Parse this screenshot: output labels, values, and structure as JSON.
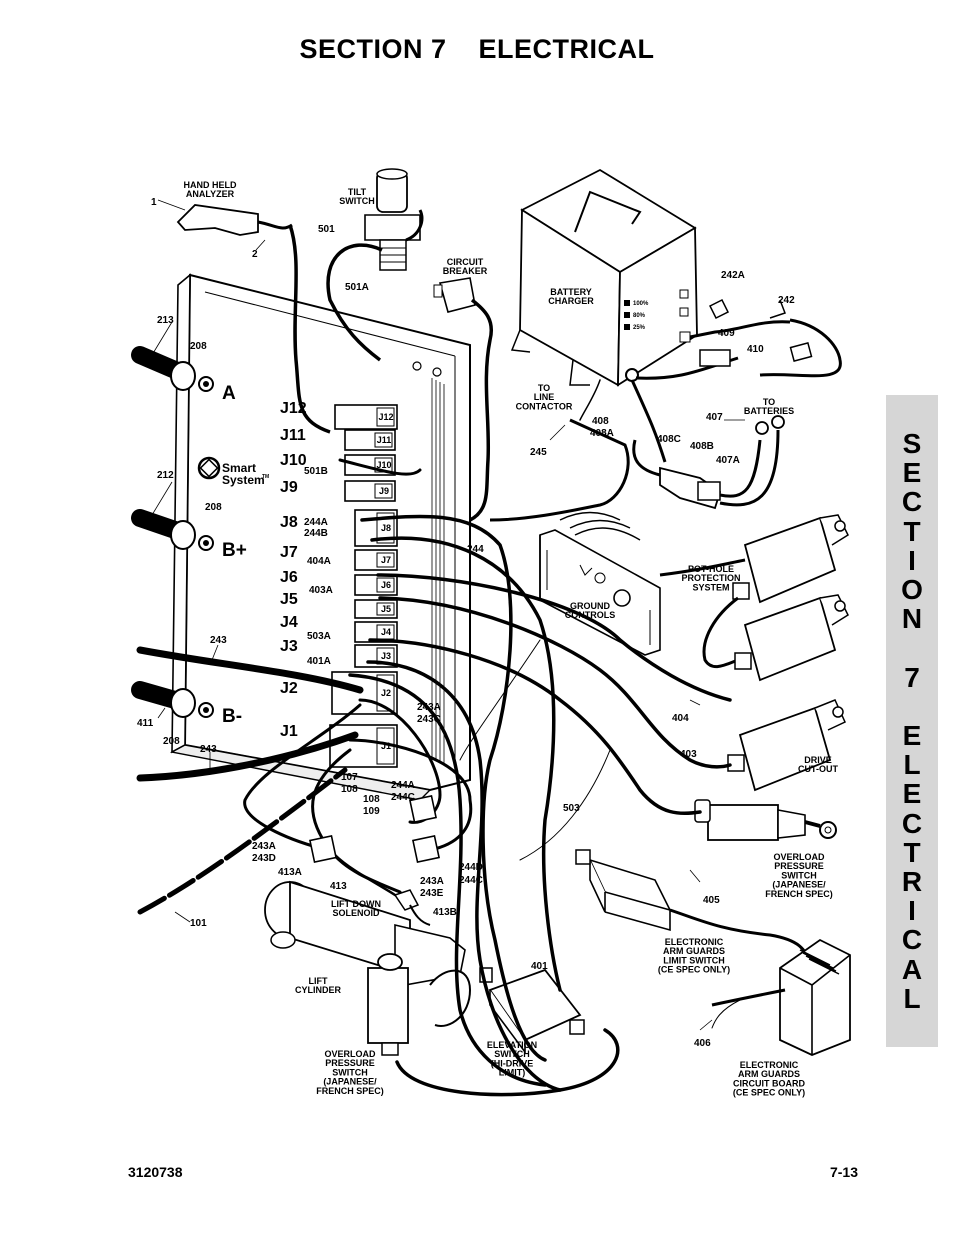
{
  "header": {
    "title": "SECTION 7    ELECTRICAL"
  },
  "side_tab": {
    "text": "S\nE\nC\nT\nI\nO\nN\n\n7\n\nE\nL\nE\nC\nT\nR\nI\nC\nA\nL"
  },
  "footer": {
    "doc_number": "3120738",
    "page_number": "7-13"
  },
  "diagram": {
    "components": {
      "hand_held_analyzer": [
        "HAND HELD",
        "ANALYZER"
      ],
      "tilt_switch": [
        "TILT",
        "SWITCH"
      ],
      "circuit_breaker": [
        "CIRCUIT",
        "BREAKER"
      ],
      "battery_charger": [
        "BATTERY",
        "CHARGER"
      ],
      "to_line_contactor": [
        "TO",
        "LINE",
        "CONTACTOR"
      ],
      "to_batteries": [
        "TO",
        "BATTERIES"
      ],
      "pot_hole_protection": [
        "POT-HOLE",
        "PROTECTION",
        "SYSTEM"
      ],
      "ground_controls": [
        "GROUND",
        "CONTROLS"
      ],
      "drive_cut_out": [
        "DRIVE",
        "CUT-OUT"
      ],
      "overload_pressure_switch_right": [
        "OVERLOAD",
        "PRESSURE",
        "SWITCH",
        "(JAPANESE/",
        "FRENCH SPEC)"
      ],
      "electronic_arm_guards_limit": [
        "ELECTRONIC",
        "ARM GUARDS",
        "LIMIT SWITCH",
        "(CE SPEC ONLY)"
      ],
      "electronic_arm_guards_board": [
        "ELECTRONIC",
        "ARM GUARDS",
        "CIRCUIT BOARD",
        "(CE SPEC ONLY)"
      ],
      "elevation_switch": [
        "ELEVATION",
        "SWITCH",
        "(HI-DRIVE",
        "LIMIT)"
      ],
      "overload_pressure_switch_left": [
        "OVERLOAD",
        "PRESSURE",
        "SWITCH",
        "(JAPANESE/",
        "FRENCH SPEC)"
      ],
      "lift_cylinder": [
        "LIFT",
        "CYLINDER"
      ],
      "lift_down_solenoid": [
        "LIFT DOWN",
        "SOLENOID"
      ]
    },
    "controller": {
      "brand_line1": "Smart",
      "brand_line2": "System",
      "tm": "TM",
      "terminal_a": "A",
      "terminal_bplus": "B+",
      "terminal_bminus": "B-",
      "jack_labels": [
        "J12",
        "J11",
        "J10",
        "J9",
        "J8",
        "J7",
        "J6",
        "J5",
        "J4",
        "J3",
        "J2",
        "J1"
      ],
      "connector_labels": [
        "J12",
        "J11",
        "J10",
        "J9",
        "J8",
        "J7",
        "J6",
        "J5",
        "J4",
        "J3",
        "J2",
        "J1"
      ]
    },
    "charger_leds": [
      "100%",
      "80%",
      "25%"
    ],
    "callouts": [
      "1",
      "2",
      "501",
      "501A",
      "213",
      "208",
      "212",
      "208",
      "243",
      "411",
      "208",
      "243",
      "101",
      "501B",
      "244A",
      "244B",
      "404A",
      "403A",
      "503A",
      "401A",
      "243A",
      "243C",
      "244",
      "107",
      "108",
      "108",
      "109",
      "244A",
      "244C",
      "243A",
      "243D",
      "413A",
      "413",
      "243A",
      "243E",
      "244D",
      "244C",
      "413B",
      "245",
      "408",
      "408A",
      "408C",
      "408B",
      "407",
      "407A",
      "242A",
      "242",
      "409",
      "410",
      "404",
      "403",
      "503",
      "405",
      "401",
      "406"
    ]
  }
}
